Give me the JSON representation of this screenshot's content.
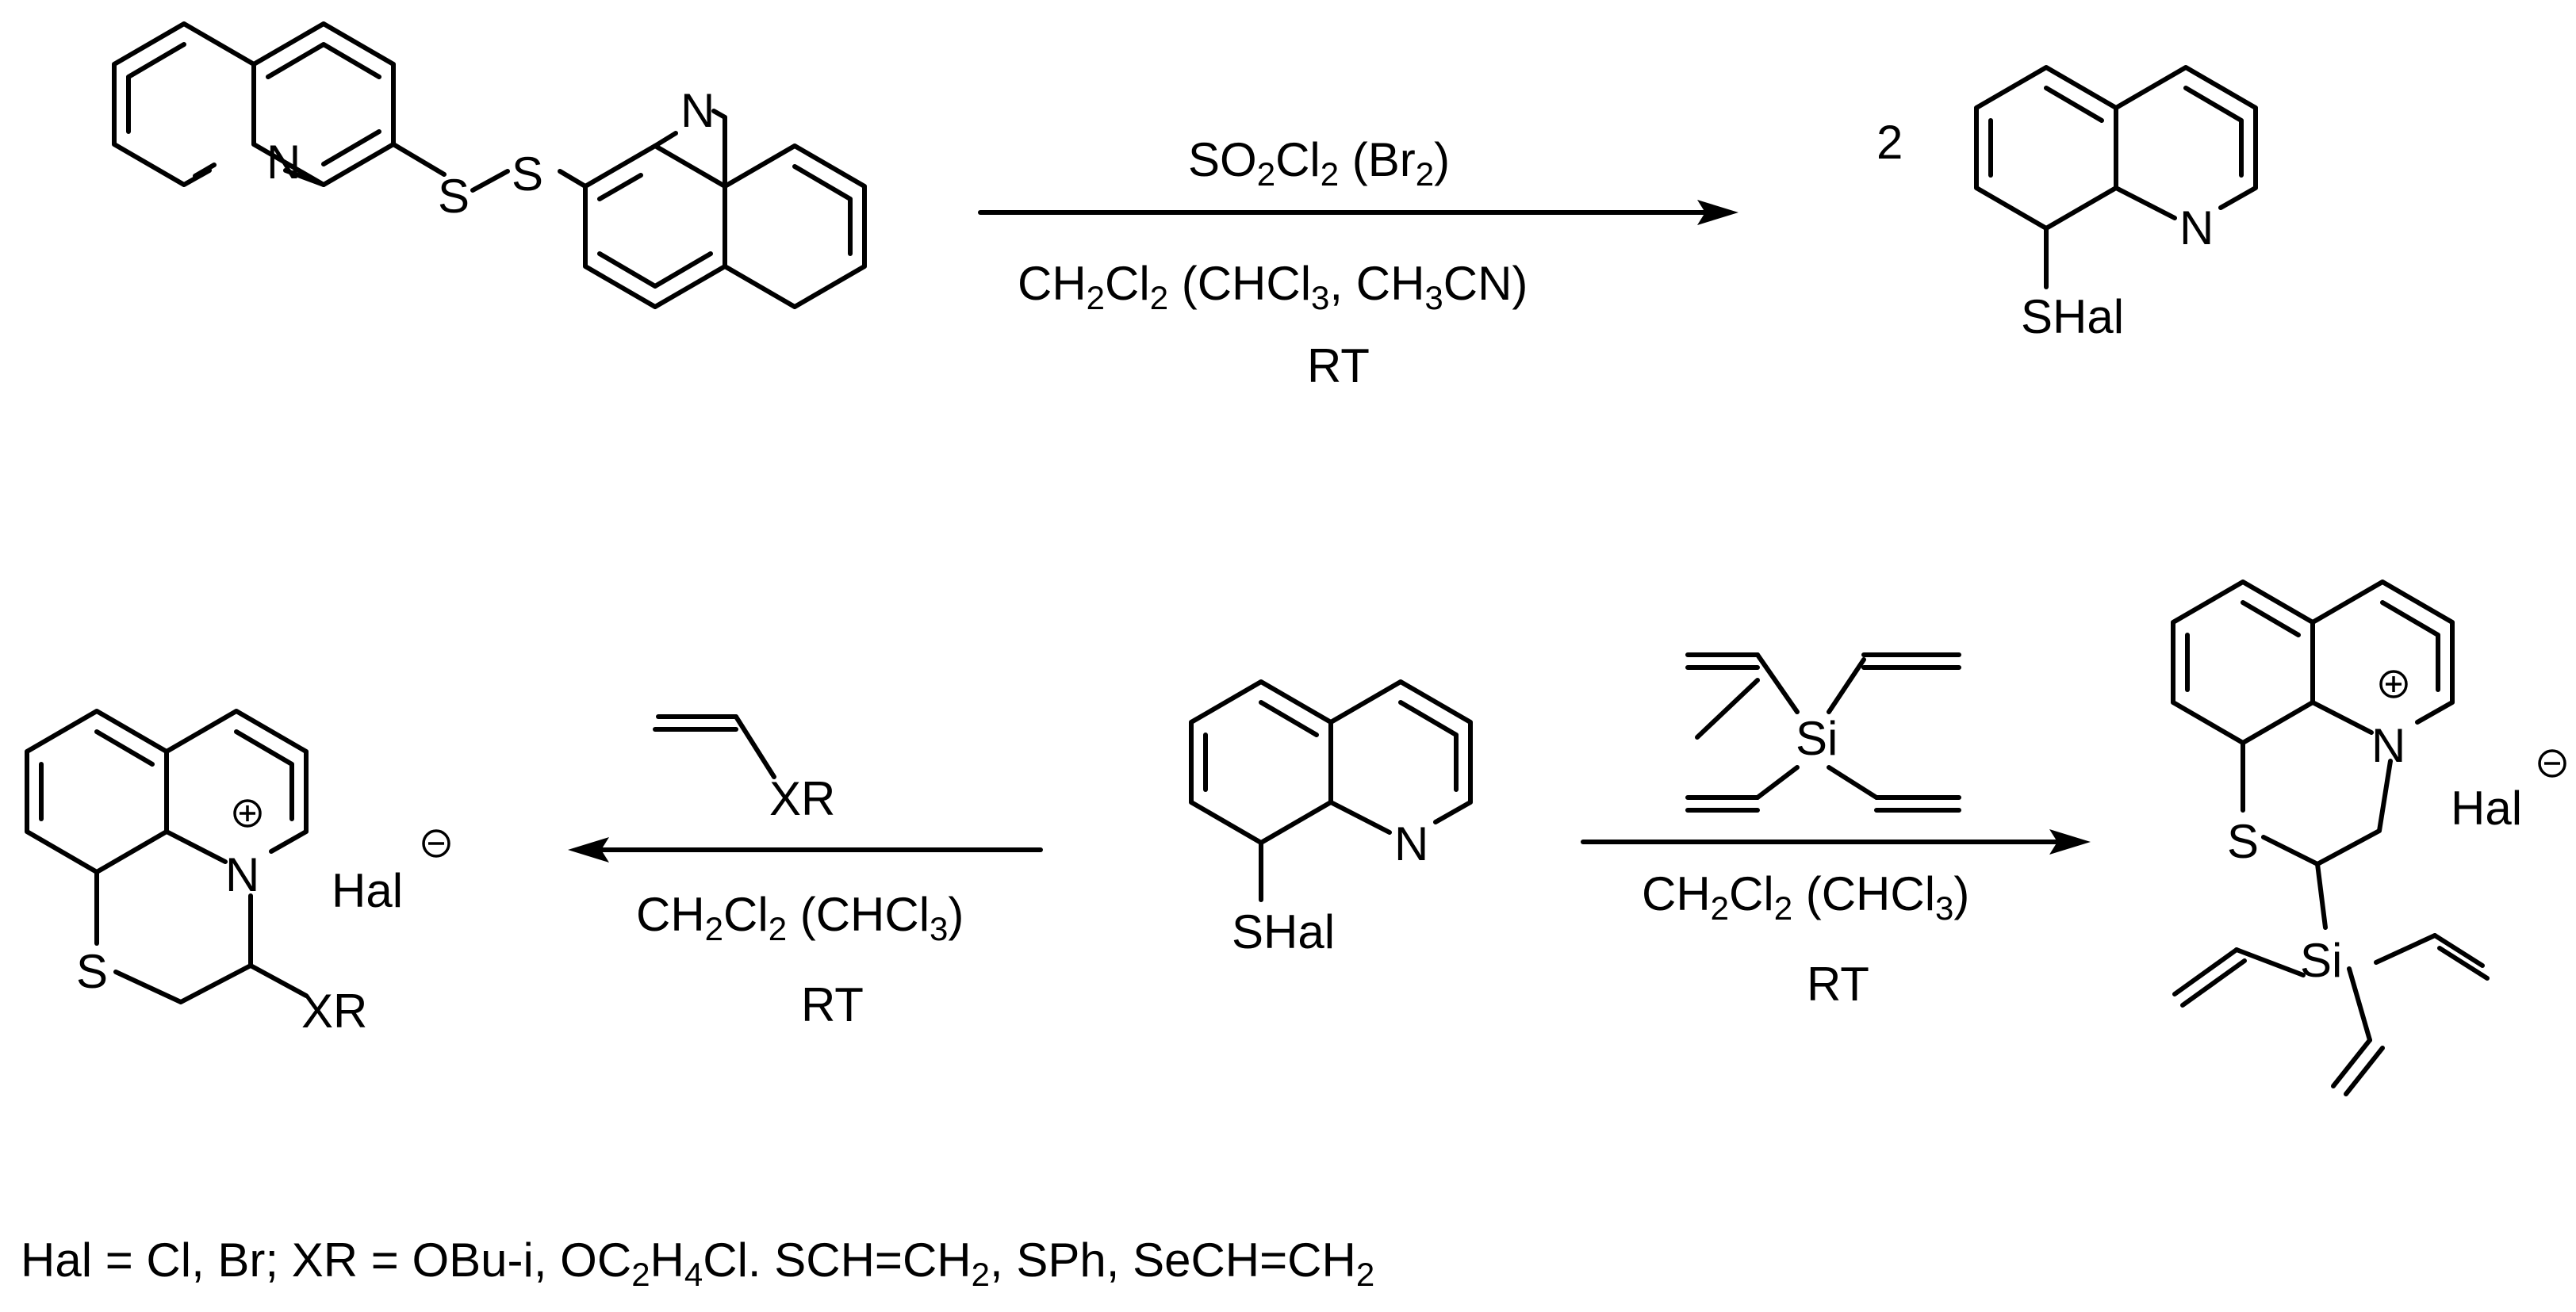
{
  "reaction1": {
    "coefficient": "2",
    "reagent_main": "SO",
    "reagent_sub1": "2",
    "reagent_cl": "Cl",
    "reagent_sub2": "2",
    "reagent_alt": " (Br",
    "reagent_alt_sub": "2",
    "reagent_alt_close": ")",
    "solvent": [
      "CH",
      "2",
      "Cl",
      "2",
      " (CHCl",
      "3",
      ", CH",
      "3",
      "CN)"
    ],
    "temperature": "RT",
    "product_group": "SHal"
  },
  "reaction2_left": {
    "reagent_group": "XR",
    "solvent": [
      "CH",
      "2",
      "Cl",
      "2",
      " (CHCl",
      "3",
      ")"
    ],
    "temperature": "RT",
    "product_group": "XR",
    "counterion": "Hal"
  },
  "center_reagent": {
    "group": "SHal"
  },
  "reaction2_right": {
    "reagent_atom": "Si",
    "solvent": [
      "CH",
      "2",
      "Cl",
      "2",
      " (CHCl",
      "3",
      ")"
    ],
    "temperature": "RT",
    "product_atom": "Si",
    "counterion": "Hal"
  },
  "atoms": {
    "nitrogen": "N",
    "sulfur": "S"
  },
  "footnote": [
    "Hal = Cl, Br; XR = OBu-i, OC",
    "2",
    "H",
    "4",
    "Cl. SCH=CH",
    "2",
    ", SPh, SeCH=CH",
    "2"
  ]
}
